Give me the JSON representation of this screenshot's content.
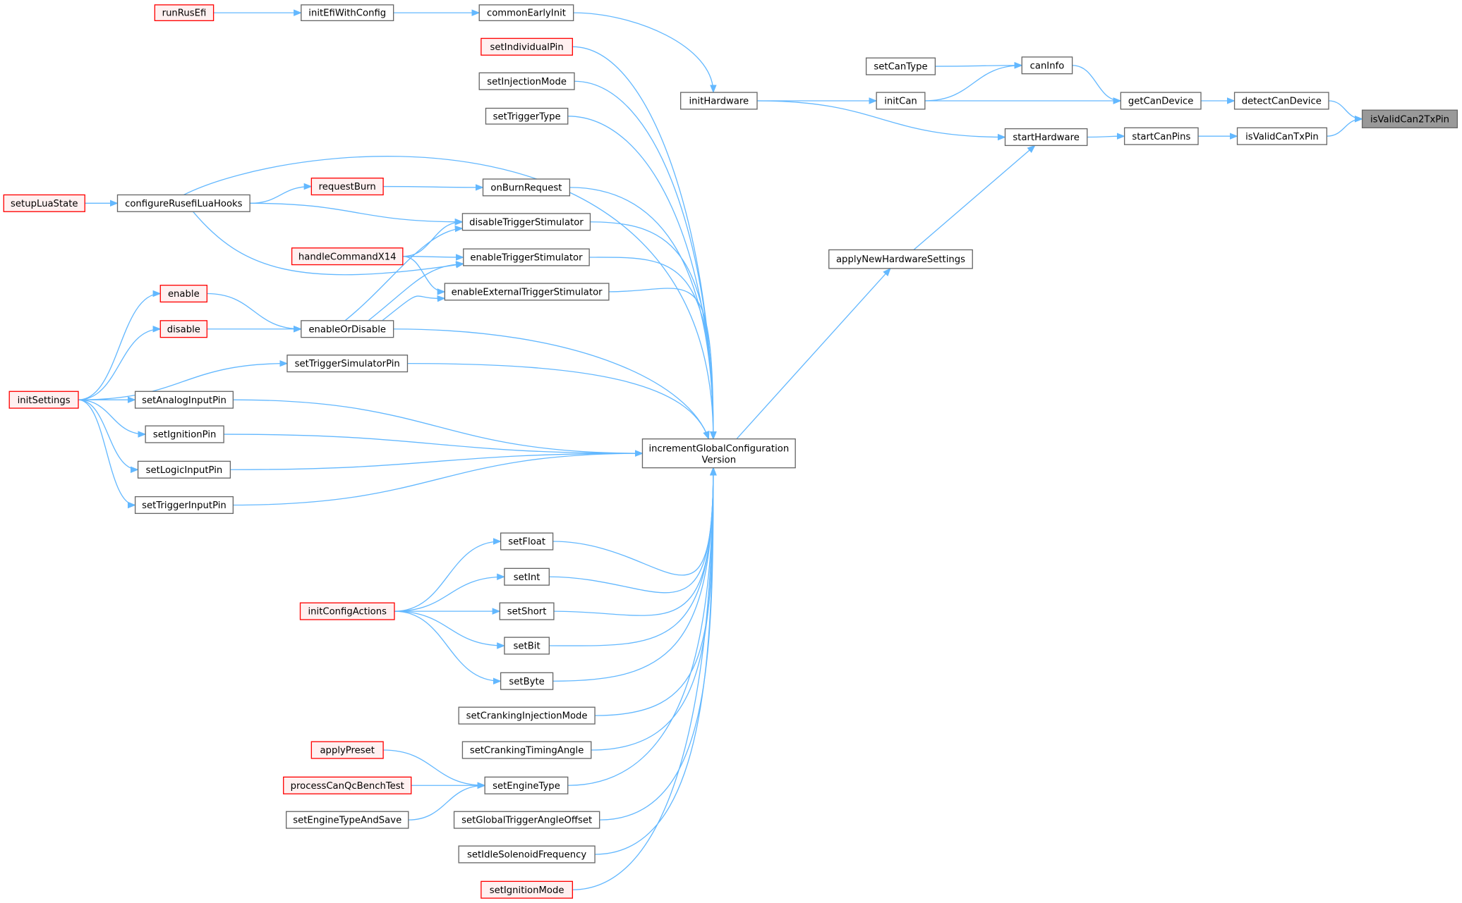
{
  "graph": {
    "colors": {
      "edge": "#63b8ff",
      "node_fill": "#ffffff",
      "node_border": "#666666",
      "red_fill": "#fff0f0",
      "red_border": "#ff0000",
      "highlight_fill": "#999999",
      "highlight_border": "#666666"
    },
    "nodes": [
      {
        "id": "runRusEfi",
        "label": "runRusEfi",
        "style": "red"
      },
      {
        "id": "initEfiWithConfig",
        "label": "initEfiWithConfig",
        "style": "normal"
      },
      {
        "id": "commonEarlyInit",
        "label": "commonEarlyInit",
        "style": "normal"
      },
      {
        "id": "setIndividualPin",
        "label": "setIndividualPin",
        "style": "red"
      },
      {
        "id": "setInjectionMode",
        "label": "setInjectionMode",
        "style": "normal"
      },
      {
        "id": "setTriggerType",
        "label": "setTriggerType",
        "style": "normal"
      },
      {
        "id": "setupLuaState",
        "label": "setupLuaState",
        "style": "red"
      },
      {
        "id": "configureRusefiLuaHooks",
        "label": "configureRusefiLuaHooks",
        "style": "normal"
      },
      {
        "id": "requestBurn",
        "label": "requestBurn",
        "style": "red"
      },
      {
        "id": "onBurnRequest",
        "label": "onBurnRequest",
        "style": "normal"
      },
      {
        "id": "disableTriggerStimulator",
        "label": "disableTriggerStimulator",
        "style": "normal"
      },
      {
        "id": "handleCommandX14",
        "label": "handleCommandX14",
        "style": "red"
      },
      {
        "id": "enableTriggerStimulator",
        "label": "enableTriggerStimulator",
        "style": "normal"
      },
      {
        "id": "enableExternalTriggerStimulator",
        "label": "enableExternalTriggerStimulator",
        "style": "normal"
      },
      {
        "id": "enable",
        "label": "enable",
        "style": "red"
      },
      {
        "id": "disable",
        "label": "disable",
        "style": "red"
      },
      {
        "id": "enableOrDisable",
        "label": "enableOrDisable",
        "style": "normal"
      },
      {
        "id": "setTriggerSimulatorPin",
        "label": "setTriggerSimulatorPin",
        "style": "normal"
      },
      {
        "id": "initSettings",
        "label": "initSettings",
        "style": "red"
      },
      {
        "id": "setAnalogInputPin",
        "label": "setAnalogInputPin",
        "style": "normal"
      },
      {
        "id": "setIgnitionPin",
        "label": "setIgnitionPin",
        "style": "normal"
      },
      {
        "id": "setLogicInputPin",
        "label": "setLogicInputPin",
        "style": "normal"
      },
      {
        "id": "setTriggerInputPin",
        "label": "setTriggerInputPin",
        "style": "normal"
      },
      {
        "id": "incrementGlobalConfigurationVersion",
        "label": "incrementGlobalConfiguration",
        "label2": "Version",
        "style": "normal"
      },
      {
        "id": "setFloat",
        "label": "setFloat",
        "style": "normal"
      },
      {
        "id": "setInt",
        "label": "setInt",
        "style": "normal"
      },
      {
        "id": "initConfigActions",
        "label": "initConfigActions",
        "style": "red"
      },
      {
        "id": "setShort",
        "label": "setShort",
        "style": "normal"
      },
      {
        "id": "setBit",
        "label": "setBit",
        "style": "normal"
      },
      {
        "id": "setByte",
        "label": "setByte",
        "style": "normal"
      },
      {
        "id": "setCrankingInjectionMode",
        "label": "setCrankingInjectionMode",
        "style": "normal"
      },
      {
        "id": "setCrankingTimingAngle",
        "label": "setCrankingTimingAngle",
        "style": "normal"
      },
      {
        "id": "applyPreset",
        "label": "applyPreset",
        "style": "red"
      },
      {
        "id": "processCanQcBenchTest",
        "label": "processCanQcBenchTest",
        "style": "red"
      },
      {
        "id": "setEngineType",
        "label": "setEngineType",
        "style": "normal"
      },
      {
        "id": "setEngineTypeAndSave",
        "label": "setEngineTypeAndSave",
        "style": "normal"
      },
      {
        "id": "setGlobalTriggerAngleOffset",
        "label": "setGlobalTriggerAngleOffset",
        "style": "normal"
      },
      {
        "id": "setIdleSolenoidFrequency",
        "label": "setIdleSolenoidFrequency",
        "style": "normal"
      },
      {
        "id": "setIgnitionMode",
        "label": "setIgnitionMode",
        "style": "red"
      },
      {
        "id": "initHardware",
        "label": "initHardware",
        "style": "normal"
      },
      {
        "id": "setCanType",
        "label": "setCanType",
        "style": "normal"
      },
      {
        "id": "canInfo",
        "label": "canInfo",
        "style": "normal"
      },
      {
        "id": "initCan",
        "label": "initCan",
        "style": "normal"
      },
      {
        "id": "getCanDevice",
        "label": "getCanDevice",
        "style": "normal"
      },
      {
        "id": "detectCanDevice",
        "label": "detectCanDevice",
        "style": "normal"
      },
      {
        "id": "isValidCan2TxPin",
        "label": "isValidCan2TxPin",
        "style": "highlight"
      },
      {
        "id": "startHardware",
        "label": "startHardware",
        "style": "normal"
      },
      {
        "id": "startCanPins",
        "label": "startCanPins",
        "style": "normal"
      },
      {
        "id": "isValidCanTxPin",
        "label": "isValidCanTxPin",
        "style": "normal"
      },
      {
        "id": "applyNewHardwareSettings",
        "label": "applyNewHardwareSettings",
        "style": "normal"
      }
    ],
    "edges": [
      [
        "runRusEfi",
        "initEfiWithConfig"
      ],
      [
        "initEfiWithConfig",
        "commonEarlyInit"
      ],
      [
        "commonEarlyInit",
        "initHardware"
      ],
      [
        "setupLuaState",
        "configureRusefiLuaHooks"
      ],
      [
        "configureRusefiLuaHooks",
        "requestBurn"
      ],
      [
        "requestBurn",
        "onBurnRequest"
      ],
      [
        "configureRusefiLuaHooks",
        "disableTriggerStimulator"
      ],
      [
        "configureRusefiLuaHooks",
        "enableTriggerStimulator"
      ],
      [
        "handleCommandX14",
        "disableTriggerStimulator"
      ],
      [
        "handleCommandX14",
        "enableTriggerStimulator"
      ],
      [
        "handleCommandX14",
        "enableExternalTriggerStimulator"
      ],
      [
        "enable",
        "enableOrDisable"
      ],
      [
        "disable",
        "enableOrDisable"
      ],
      [
        "enableOrDisable",
        "disableTriggerStimulator"
      ],
      [
        "enableOrDisable",
        "enableTriggerStimulator"
      ],
      [
        "enableOrDisable",
        "enableExternalTriggerStimulator"
      ],
      [
        "initSettings",
        "enable"
      ],
      [
        "initSettings",
        "disable"
      ],
      [
        "initSettings",
        "setTriggerSimulatorPin"
      ],
      [
        "initSettings",
        "setAnalogInputPin"
      ],
      [
        "initSettings",
        "setIgnitionPin"
      ],
      [
        "initSettings",
        "setLogicInputPin"
      ],
      [
        "initSettings",
        "setTriggerInputPin"
      ],
      [
        "initConfigActions",
        "setFloat"
      ],
      [
        "initConfigActions",
        "setInt"
      ],
      [
        "initConfigActions",
        "setShort"
      ],
      [
        "initConfigActions",
        "setBit"
      ],
      [
        "initConfigActions",
        "setByte"
      ],
      [
        "applyPreset",
        "setEngineType"
      ],
      [
        "processCanQcBenchTest",
        "setEngineType"
      ],
      [
        "setEngineTypeAndSave",
        "setEngineType"
      ],
      [
        "setAnalogInputPin",
        "incrementGlobalConfigurationVersion"
      ],
      [
        "setIgnitionPin",
        "incrementGlobalConfigurationVersion"
      ],
      [
        "setLogicInputPin",
        "incrementGlobalConfigurationVersion"
      ],
      [
        "setTriggerInputPin",
        "incrementGlobalConfigurationVersion"
      ],
      [
        "setIndividualPin",
        "incrementGlobalConfigurationVersion"
      ],
      [
        "setInjectionMode",
        "incrementGlobalConfigurationVersion"
      ],
      [
        "setTriggerType",
        "incrementGlobalConfigurationVersion"
      ],
      [
        "configureRusefiLuaHooks",
        "incrementGlobalConfigurationVersion"
      ],
      [
        "onBurnRequest",
        "incrementGlobalConfigurationVersion"
      ],
      [
        "disableTriggerStimulator",
        "incrementGlobalConfigurationVersion"
      ],
      [
        "enableTriggerStimulator",
        "incrementGlobalConfigurationVersion"
      ],
      [
        "enableExternalTriggerStimulator",
        "incrementGlobalConfigurationVersion"
      ],
      [
        "enableOrDisable",
        "incrementGlobalConfigurationVersion"
      ],
      [
        "setTriggerSimulatorPin",
        "incrementGlobalConfigurationVersion"
      ],
      [
        "setFloat",
        "incrementGlobalConfigurationVersion"
      ],
      [
        "setInt",
        "incrementGlobalConfigurationVersion"
      ],
      [
        "setShort",
        "incrementGlobalConfigurationVersion"
      ],
      [
        "setBit",
        "incrementGlobalConfigurationVersion"
      ],
      [
        "setByte",
        "incrementGlobalConfigurationVersion"
      ],
      [
        "setCrankingInjectionMode",
        "incrementGlobalConfigurationVersion"
      ],
      [
        "setCrankingTimingAngle",
        "incrementGlobalConfigurationVersion"
      ],
      [
        "setEngineType",
        "incrementGlobalConfigurationVersion"
      ],
      [
        "setGlobalTriggerAngleOffset",
        "incrementGlobalConfigurationVersion"
      ],
      [
        "setIdleSolenoidFrequency",
        "incrementGlobalConfigurationVersion"
      ],
      [
        "setIgnitionMode",
        "incrementGlobalConfigurationVersion"
      ],
      [
        "incrementGlobalConfigurationVersion",
        "applyNewHardwareSettings"
      ],
      [
        "applyNewHardwareSettings",
        "startHardware"
      ],
      [
        "initHardware",
        "startHardware"
      ],
      [
        "initHardware",
        "initCan"
      ],
      [
        "initCan",
        "canInfo"
      ],
      [
        "initCan",
        "getCanDevice"
      ],
      [
        "setCanType",
        "canInfo"
      ],
      [
        "canInfo",
        "getCanDevice"
      ],
      [
        "getCanDevice",
        "detectCanDevice"
      ],
      [
        "startHardware",
        "startCanPins"
      ],
      [
        "startCanPins",
        "isValidCanTxPin"
      ],
      [
        "detectCanDevice",
        "isValidCan2TxPin"
      ],
      [
        "isValidCanTxPin",
        "isValidCan2TxPin"
      ]
    ]
  }
}
